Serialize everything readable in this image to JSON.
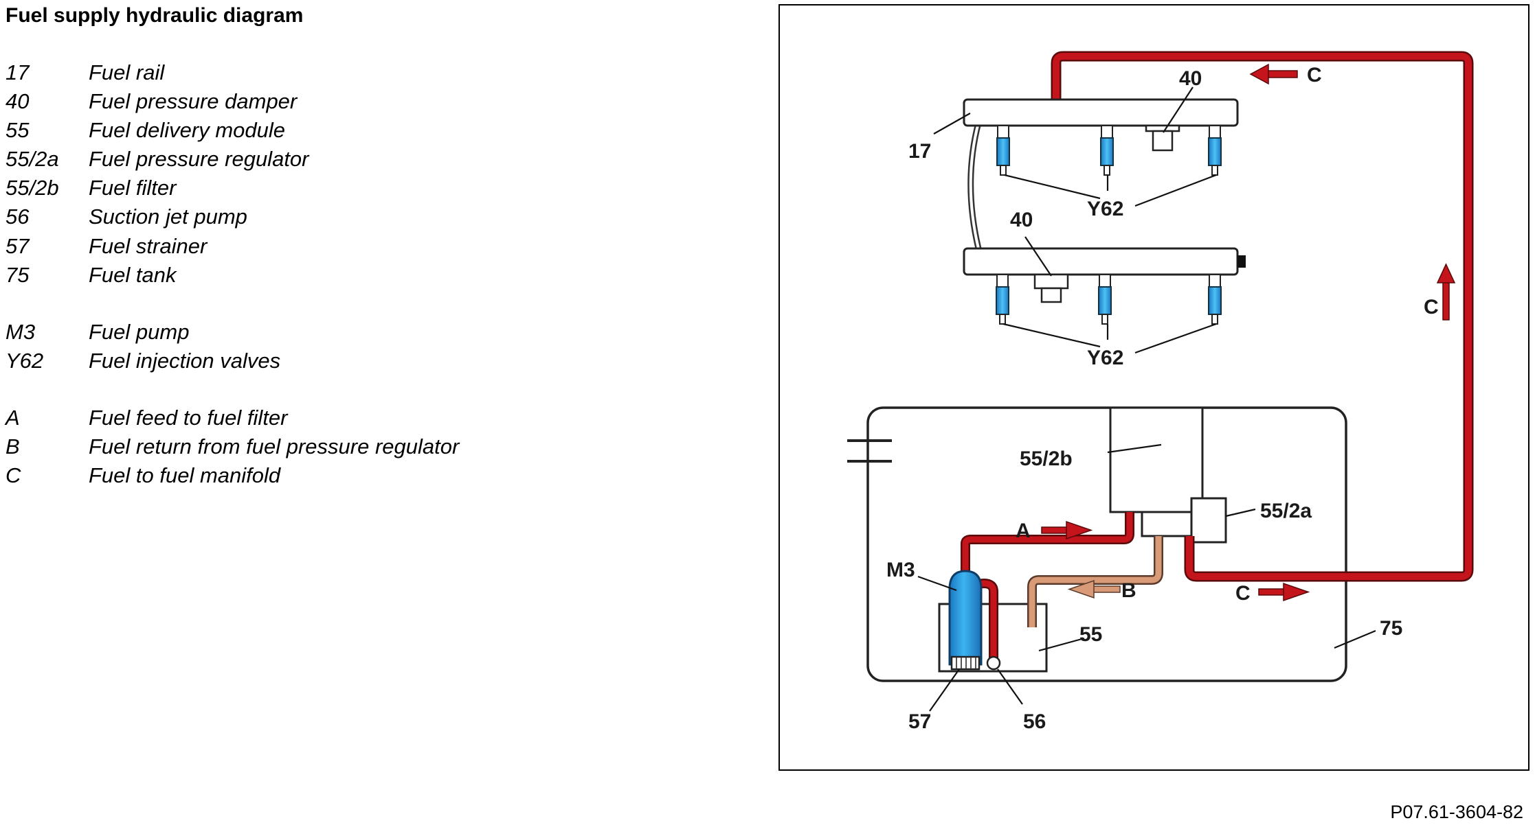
{
  "title": "Fuel supply hydraulic diagram",
  "legend": {
    "group1": [
      {
        "code": "17",
        "desc": "Fuel rail"
      },
      {
        "code": "40",
        "desc": "Fuel pressure damper"
      },
      {
        "code": "55",
        "desc": "Fuel delivery module"
      },
      {
        "code": "55/2a",
        "desc": "Fuel pressure regulator"
      },
      {
        "code": "55/2b",
        "desc": "Fuel filter"
      },
      {
        "code": "56",
        "desc": "Suction jet pump"
      },
      {
        "code": "57",
        "desc": "Fuel strainer"
      },
      {
        "code": "75",
        "desc": "Fuel tank"
      }
    ],
    "group2": [
      {
        "code": "M3",
        "desc": "Fuel pump"
      },
      {
        "code": "Y62",
        "desc": "Fuel injection valves"
      }
    ],
    "group3": [
      {
        "code": "A",
        "desc": "Fuel feed to fuel filter"
      },
      {
        "code": "B",
        "desc": "Fuel return from fuel pressure regulator"
      },
      {
        "code": "C",
        "desc": "Fuel to fuel manifold"
      }
    ]
  },
  "diagram": {
    "labels": {
      "rail": "17",
      "damper_top": "40",
      "damper_bottom": "40",
      "injectors_top": "Y62",
      "injectors_bottom": "Y62",
      "filter": "55/2b",
      "regulator": "55/2a",
      "pump": "M3",
      "module": "55",
      "tank": "75",
      "strainer": "57",
      "jet_pump": "56",
      "flow_a": "A",
      "flow_b": "B",
      "flow_c_top": "C",
      "flow_c_right": "C",
      "flow_c_bottom": "C"
    },
    "colors": {
      "fuel_supply": "#c4141c",
      "fuel_return": "#d99a78",
      "pump": "#2a9fe0",
      "injector": "#2a9fe0"
    }
  },
  "figure_ref": "P07.61-3604-82"
}
